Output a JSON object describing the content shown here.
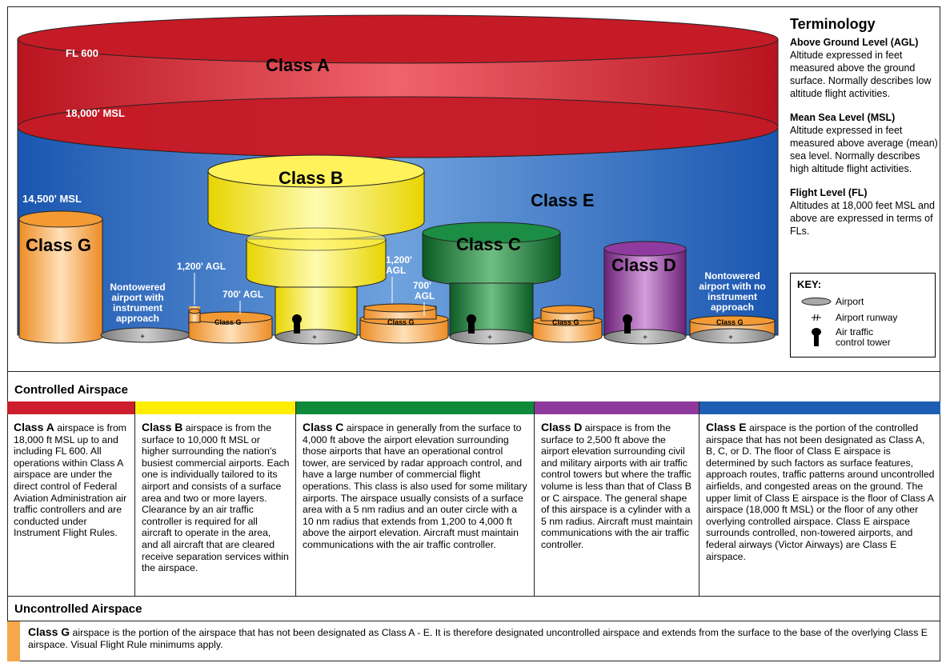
{
  "colors": {
    "class_a": "#cc1e2c",
    "class_b": "#ffee00",
    "class_c": "#0f8a3a",
    "class_d": "#8e3a9c",
    "class_e": "#1e5fb3",
    "class_g": "#f5a84a"
  },
  "diagram": {
    "labels": {
      "fl600": "FL 600",
      "msl18000": "18,000' MSL",
      "msl14500": "14,500' MSL",
      "class_a": "Class A",
      "class_b": "Class B",
      "class_c": "Class C",
      "class_d": "Class D",
      "class_e": "Class E",
      "class_g": "Class G",
      "agl1200_b": "1,200' AGL",
      "agl700_b": "700' AGL",
      "agl1200_c1": "1,200'",
      "agl1200_c2": "AGL",
      "agl700_c1": "700'",
      "agl700_c2": "AGL",
      "small_class_g": "Class G",
      "nontowered_instr": [
        "Nontowered",
        "airport with",
        "instrument",
        "approach"
      ],
      "nontowered_no_instr": [
        "Nontowered",
        "airport with no",
        "instrument",
        "approach"
      ]
    }
  },
  "terminology": {
    "title": "Terminology",
    "items": [
      {
        "head": "Above Ground Level (AGL)",
        "body": "Altitude expressed in feet measured above the ground surface. Normally describes low altitude flight activities."
      },
      {
        "head": "Mean Sea Level (MSL)",
        "body": "Altitude expressed in feet measured above average (mean) sea level. Normally describes high altitude flight activities."
      },
      {
        "head": "Flight Level (FL)",
        "body": "Altitudes at 18,000 feet MSL and above are expressed in terms of FLs."
      }
    ]
  },
  "key": {
    "title": "KEY:",
    "airport": "Airport",
    "runway": "Airport runway",
    "tower_line1": "Air traffic",
    "tower_line2": "control tower"
  },
  "controlled": {
    "title": "Controlled Airspace",
    "columns": [
      {
        "name": "Class A",
        "text": " airspace is from 18,000 ft MSL up to and including FL 600.  All operations within Class A airspace are under the direct control of Federal Aviation Administration air traffic controllers and are conducted under Instrument Flight Rules."
      },
      {
        "name": "Class B",
        "text": " airspace is from the surface to 10,000 ft MSL or higher surrounding the nation's busiest commercial airports. Each one is individually tailored to its airport and consists of a surface area and two or more layers.  Clearance by an air traffic controller is required for all aircraft to operate in the area, and all aircraft that are cleared receive separation services within the airspace."
      },
      {
        "name": "Class C",
        "text": " airspace in generally from the surface to 4,000 ft above the airport elevation surrounding those airports that have an operational control tower, are serviced by radar approach control, and have a large number of commercial flight operations.  This class is also used for some military airports.  The airspace usually consists of a surface area with a 5 nm radius and an outer circle with a 10 nm radius that extends from 1,200 to 4,000 ft above the airport elevation.  Aircraft must maintain communications with the air traffic controller."
      },
      {
        "name": "Class D",
        "text": " airspace is from the surface to 2,500 ft above the airport elevation surrounding civil and military airports with air traffic control towers but where the traffic volume is less than that of Class B or C airspace.  The general shape of this airspace is a cylinder with a 5 nm radius.  Aircraft must maintain communications with the air traffic controller."
      },
      {
        "name": "Class E",
        "text": " airspace is the portion of the controlled airspace that has not been designated as Class A, B, C, or D.  The floor of Class E airspace is determined by such factors as surface features, approach routes, traffic patterns around uncontrolled airfields, and congested areas on the ground.  The upper limit of Class E airspace is the floor of Class A airspace (18,000 ft MSL) or the floor of any other overlying controlled airspace.  Class E airspace surrounds controlled, non-towered airports, and federal airways (Victor Airways) are Class E airspace."
      }
    ]
  },
  "uncontrolled": {
    "title": "Uncontrolled Airspace",
    "name": "Class G",
    "text": " airspace is the portion of the airspace that has not been designated as Class A - E. It is therefore designated uncontrolled airspace and extends from the surface to the base of the overlying Class E airspace. Visual Flight Rule minimums apply."
  }
}
